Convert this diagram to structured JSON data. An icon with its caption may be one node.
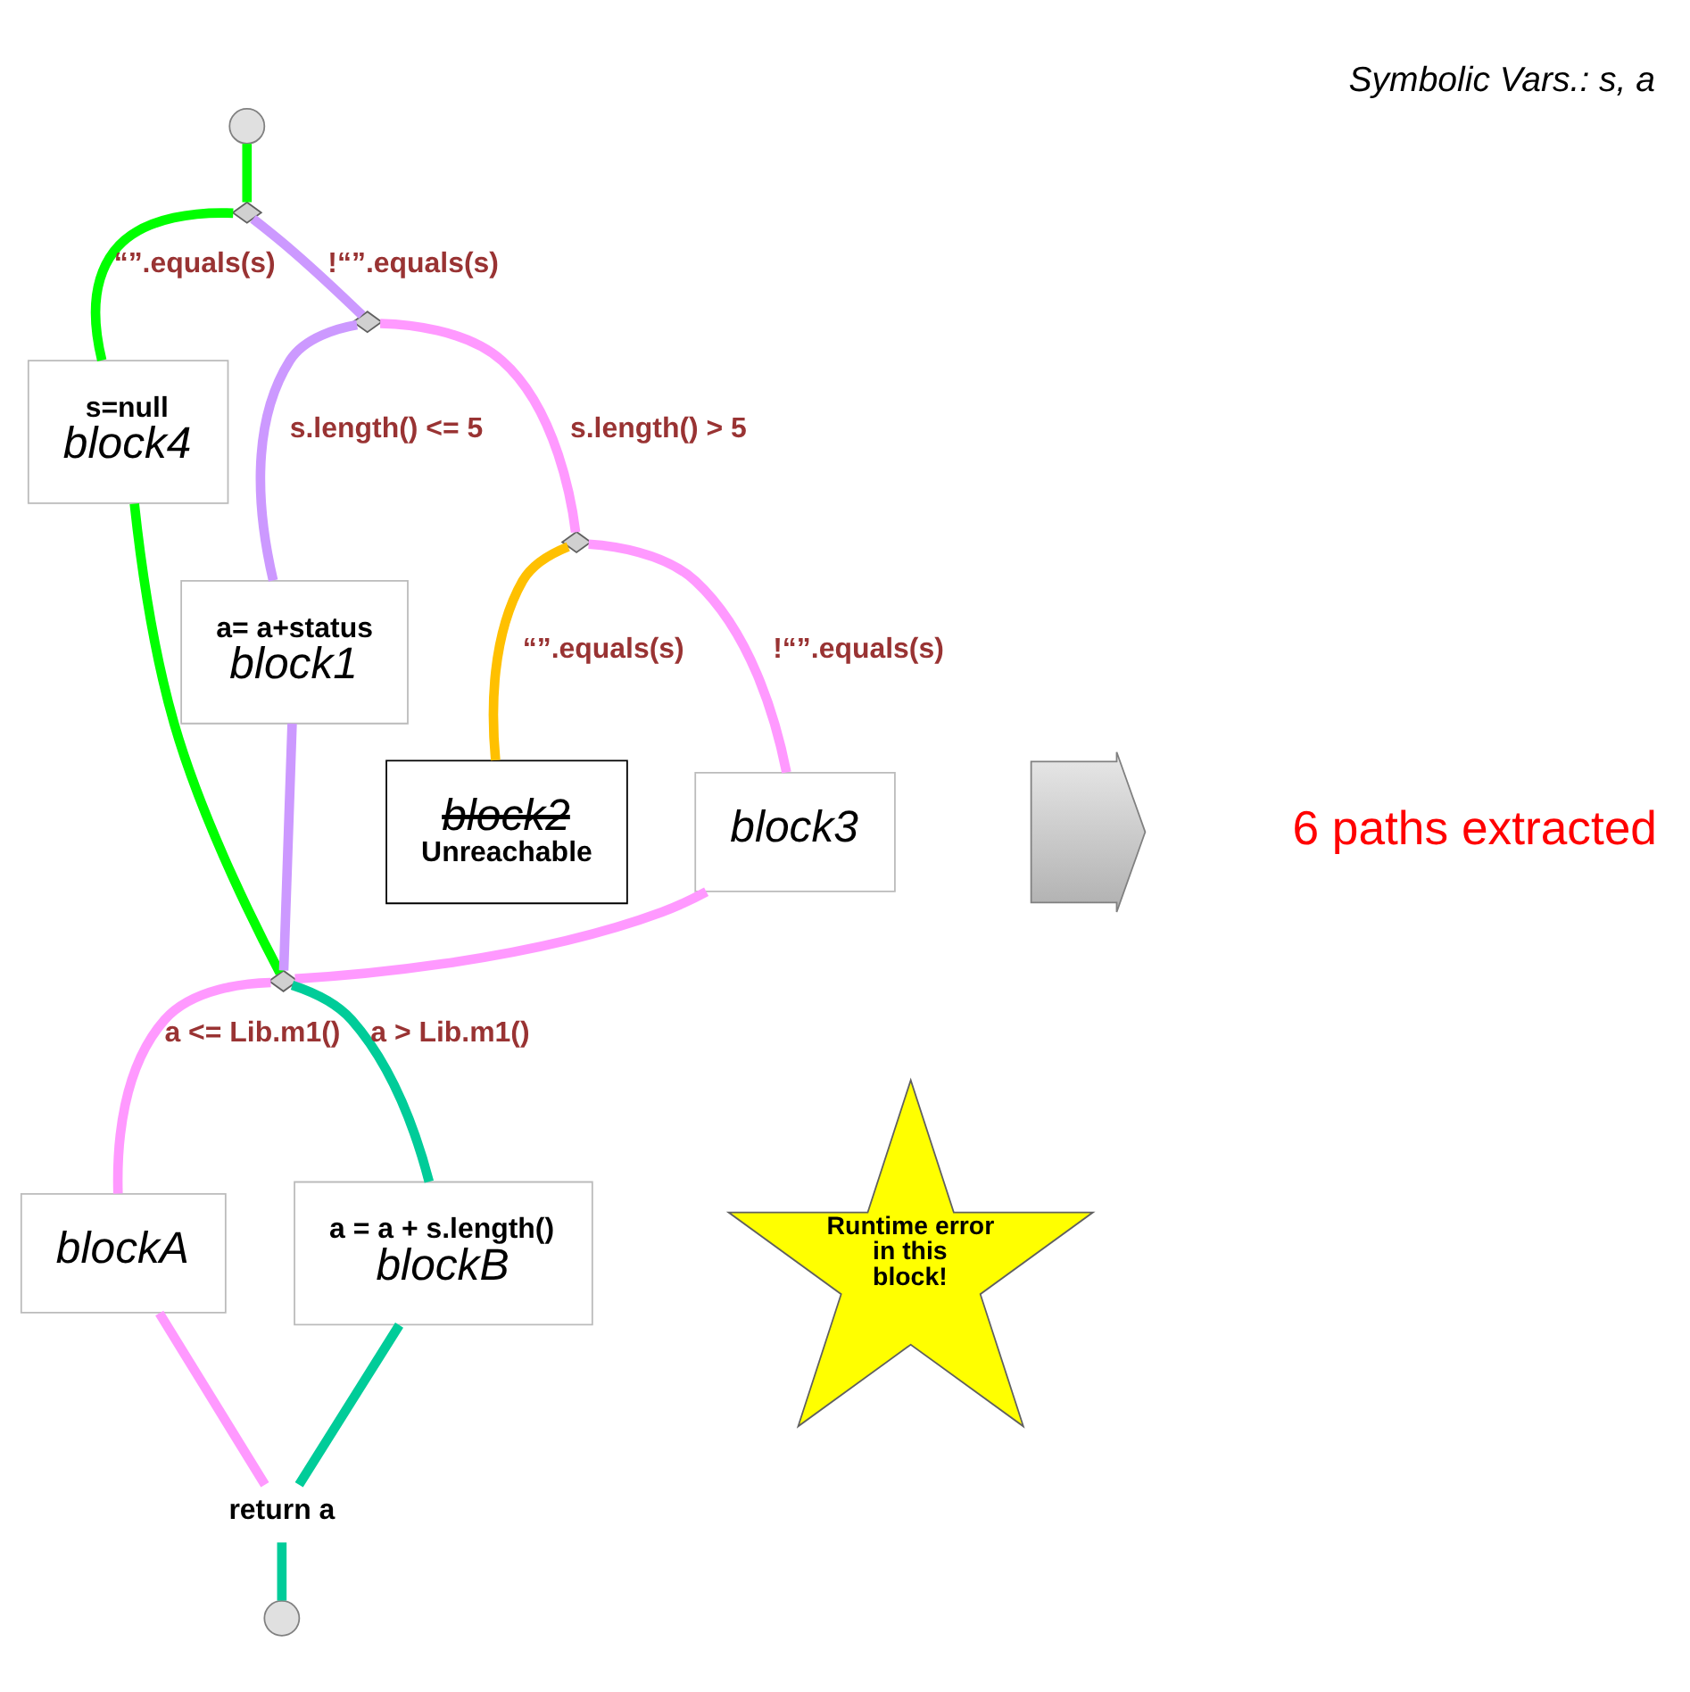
{
  "diagram": {
    "title": "Symbolic Vars.: s, a",
    "nodes": [
      {
        "text": [],
        "shape": "circle"
      },
      {
        "text": [],
        "shape": "diamond"
      },
      {
        "text": [
          "s=null",
          "block4"
        ]
      },
      {
        "text": [],
        "shape": "diamond"
      },
      {
        "text": [
          "a= a+status",
          "block1"
        ]
      },
      {
        "text": [],
        "shape": "diamond"
      },
      {
        "text": [
          "block2",
          "Unreachable"
        ]
      },
      {
        "text": [
          "block3"
        ]
      },
      {
        "text": [],
        "shape": "diamond"
      },
      {
        "text": [
          "blockA"
        ]
      },
      {
        "text": [
          "a = a + s.length()",
          "blockB"
        ]
      },
      {
        "text": [
          "return a"
        ]
      },
      {
        "text": [],
        "shape": "circle"
      },
      {
        "text": [
          "Runtime error in this block!"
        ]
      },
      {
        "text": [],
        "shape": "arrow",
        "beside": [
          "6 paths extracted"
        ]
      }
    ],
    "edges": [
      {
        "from": 0,
        "to": 1,
        "arrow": "none",
        "color": "#00ff00"
      },
      {
        "from": 1,
        "to": 2,
        "arrow": "none",
        "label": "“”.equals(s)",
        "color": "#00ff00"
      },
      {
        "from": 1,
        "to": 3,
        "arrow": "none",
        "label": "!“”.equals(s)",
        "color": "#cc99ff"
      },
      {
        "from": 3,
        "to": 4,
        "arrow": "none",
        "label": "s.length() <= 5",
        "color": "#cc99ff"
      },
      {
        "from": 3,
        "to": 5,
        "arrow": "none",
        "label": "s.length() > 5",
        "color": "#ff99ff"
      },
      {
        "from": 5,
        "to": 6,
        "arrow": "none",
        "label": "“”.equals(s)",
        "color": "#ffc000"
      },
      {
        "from": 5,
        "to": 7,
        "arrow": "none",
        "label": "!“”.equals(s)",
        "color": "#ff99ff"
      },
      {
        "from": 2,
        "to": 8,
        "arrow": "none",
        "color": "#00ff00"
      },
      {
        "from": 4,
        "to": 8,
        "arrow": "none",
        "color": "#cc99ff"
      },
      {
        "from": 7,
        "to": 8,
        "arrow": "none",
        "color": "#ff99ff"
      },
      {
        "from": 8,
        "to": 9,
        "arrow": "none",
        "label": "a <= Lib.m1()",
        "color": "#ff99ff"
      },
      {
        "from": 8,
        "to": 10,
        "arrow": "none",
        "label": "a > Lib.m1()",
        "color": "#00cc99"
      },
      {
        "from": 9,
        "to": 11,
        "arrow": "none",
        "color": "#ff99ff"
      },
      {
        "from": 10,
        "to": 11,
        "arrow": "none",
        "color": "#00cc99"
      },
      {
        "from": 11,
        "to": 12,
        "arrow": "none",
        "color": "#00cc99"
      }
    ]
  }
}
